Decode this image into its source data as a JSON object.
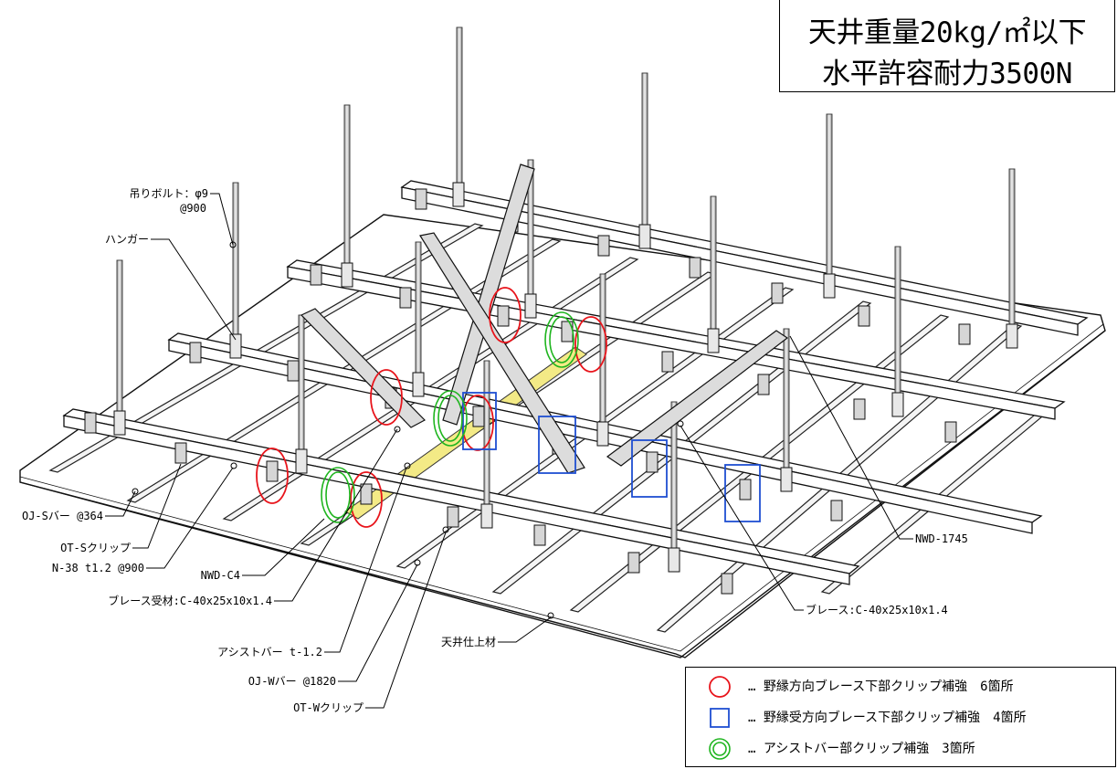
{
  "spec": {
    "line1": "天井重量20kg/㎡以下",
    "line2": "水平許容耐力3500N"
  },
  "labels": {
    "hanger_bolt": "吊りボルト：φ9",
    "hanger_bolt_pitch": "@900",
    "hanger": "ハンガー",
    "oj_s_bar": "OJ-Sバー @364",
    "ot_s_clip": "OT-Sクリップ",
    "n38": "N-38 t1.2 @900",
    "nwd_c4": "NWD-C4",
    "brace_receiver": "ブレース受材:C-40x25x10x1.4",
    "assist_bar": "アシストバー t-1.2",
    "oj_w_bar": "OJ-Wバー @1820",
    "ot_w_clip": "OT-Wクリップ",
    "ceiling_finish": "天井仕上材",
    "brace": "ブレース:C-40x25x10x1.4",
    "nwd_1745": "NWD-1745"
  },
  "legend": [
    {
      "symbol": "red-circle-icon",
      "color": "#e8141b",
      "text": "… 野縁方向ブレース下部クリップ補強　6箇所"
    },
    {
      "symbol": "blue-square-icon",
      "color": "#1f4fd1",
      "text": "… 野縁受方向ブレース下部クリップ補強　4箇所"
    },
    {
      "symbol": "green-double-circle-icon",
      "color": "#1fb51f",
      "text": "… アシストバー部クリップ補強　3箇所"
    }
  ]
}
